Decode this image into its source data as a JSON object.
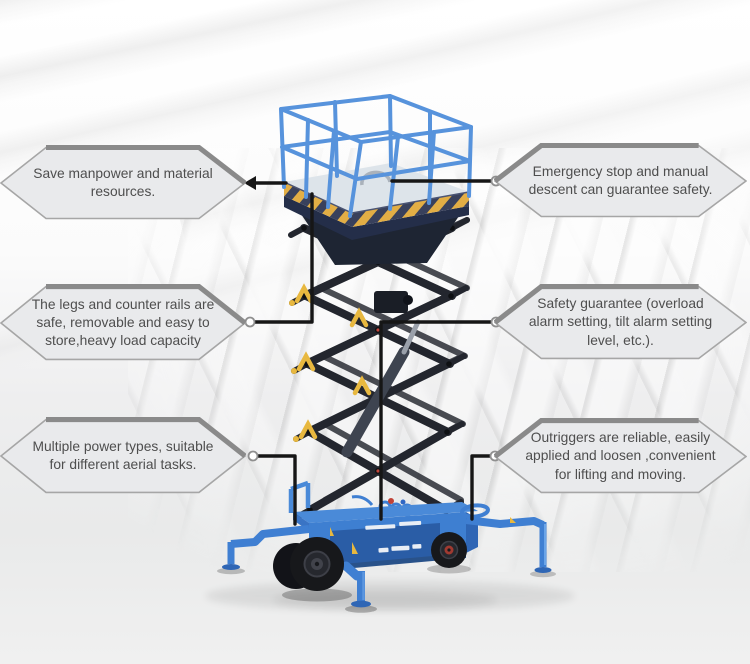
{
  "callouts": {
    "left": [
      {
        "id": "save-manpower",
        "text": "Save manpower and material resources."
      },
      {
        "id": "legs-and-rails",
        "text": "The legs and counter rails are safe, removable and easy to store,heavy load capacity"
      },
      {
        "id": "power-types",
        "text": "Multiple power types, suitable for different aerial tasks."
      }
    ],
    "right": [
      {
        "id": "emergency-stop",
        "text": "Emergency stop and manual descent can guarantee safety."
      },
      {
        "id": "safety-guarantee",
        "text": "Safety guarantee (overload alarm setting, tilt alarm setting level, etc.)."
      },
      {
        "id": "outriggers",
        "text": "Outriggers are reliable, easily applied and loosen ,convenient for lifting and moving."
      }
    ]
  },
  "illustration": {
    "name": "mobile-scissor-lift",
    "colors": {
      "rail_blue": "#5793dc",
      "base_blue": "#3e7fd1",
      "scissor_dark": "#23262e",
      "hazard_yellow": "#e2ae45",
      "hazard_navy": "#39415c",
      "connector_line": "#161616",
      "callout_fill": "#e9eaec",
      "callout_border": "#a6a6a6",
      "callout_border_dark": "#8a8a8a",
      "text_gray": "#4e4e4e"
    }
  }
}
